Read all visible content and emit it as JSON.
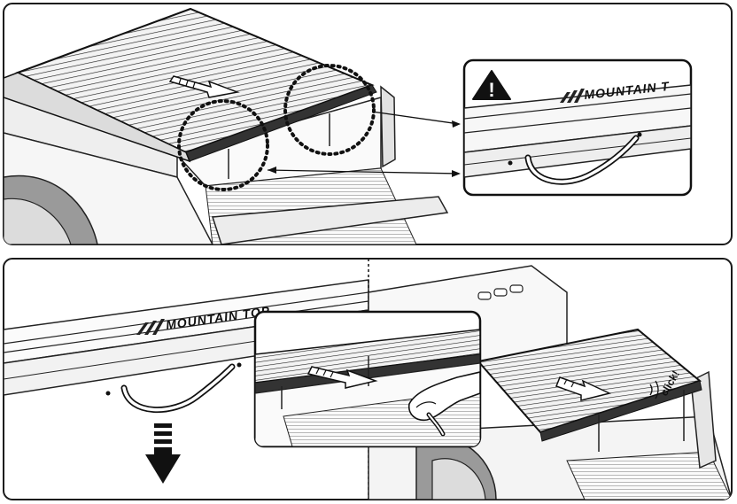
{
  "panel_top": {
    "inset_brand": "MOUNTAIN T",
    "warning_symbol": "!"
  },
  "panel_bottom": {
    "brand": "MOUNTAIN TOP",
    "click_label": "click!"
  }
}
